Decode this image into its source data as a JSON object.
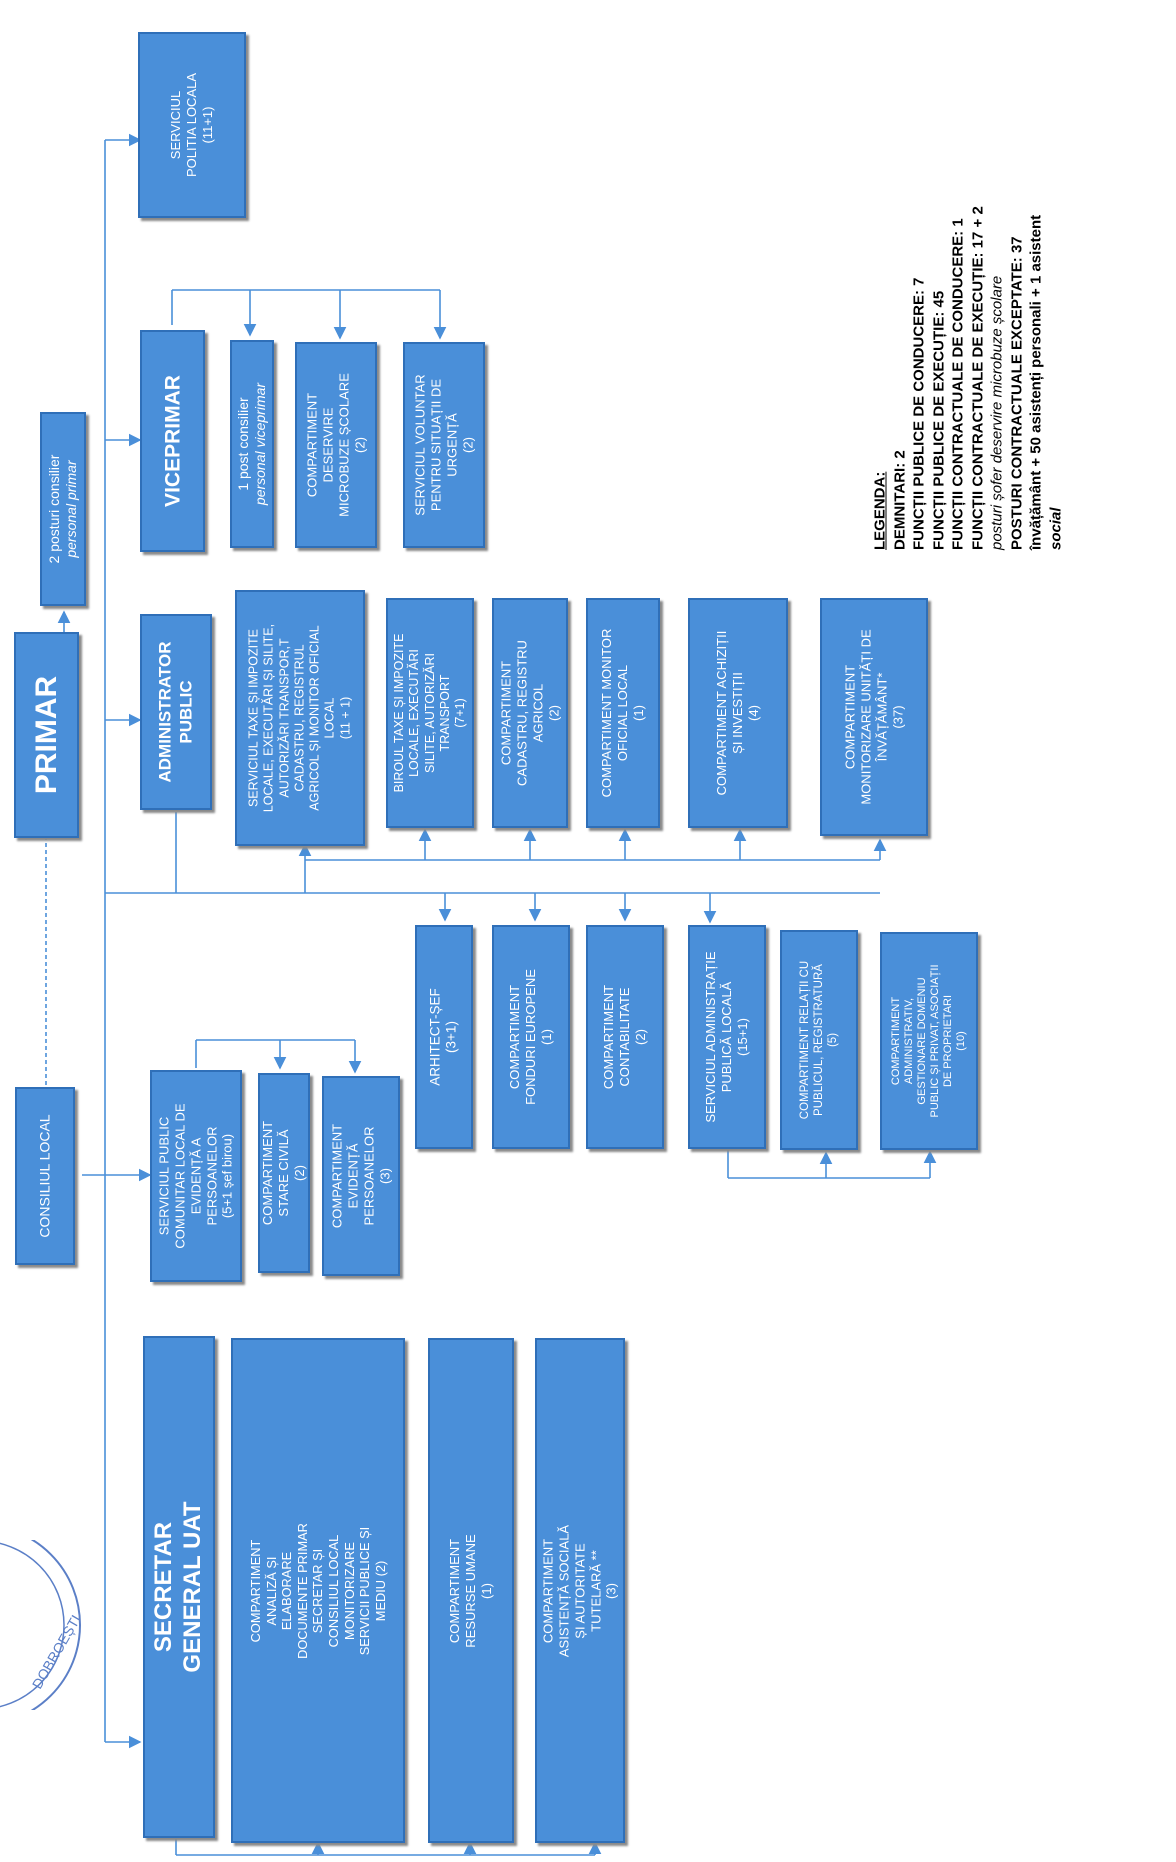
{
  "colors": {
    "box": "#4a8fd9",
    "border": "#2f6fb8",
    "line": "#4a8fd9",
    "text": "#ffffff"
  },
  "primar": "PRIMAR",
  "consiliul_local": "CONSILIUL LOCAL",
  "consilier_primar": [
    "2 posturi consilier",
    "personal primar"
  ],
  "politia": [
    "SERVICIUL",
    "POLITIA LOCALA",
    "(11+1)"
  ],
  "viceprimar": {
    "title": "VICEPRIMAR",
    "consilier": [
      "1 post consilier",
      "personal viceprimar"
    ],
    "microbuze": [
      "COMPARTIMENT",
      "DESERVIRE",
      "MICROBUZE ȘCOLARE",
      "(2)"
    ],
    "voluntar": [
      "SERVICIUL VOLUNTAR",
      "PENTRU SITUAȚII DE",
      "URGENȚĂ",
      "(2)"
    ]
  },
  "administrator": {
    "title": [
      "ADMINISTRATOR",
      "PUBLIC"
    ],
    "serviciul_taxe": [
      "SERVICIUL TAXE ȘI IMPOZITE",
      "LOCALE, EXECUTĂRI ȘI SILITE,",
      "AUTORIZĂRI TRANSPOR,T",
      "CADASTRU, REGISTRUL",
      "AGRICOL ȘI MONITOR OFICIAL",
      "LOCAL",
      "(11 + 1)"
    ],
    "biroul_taxe": [
      "BIROUL TAXE ȘI IMPOZITE",
      "LOCALE, EXECUTĂRI",
      "SILITE, AUTORIZĂRI",
      "TRANSPORT",
      "(7+1)"
    ],
    "cadastru": [
      "COMPARTIMENT",
      "CADASTRU, REGISTRU",
      "AGRICOL",
      "(2)"
    ],
    "monitor": [
      "COMPARTIMENT MONITOR",
      "OFICIAL LOCAL",
      "(1)"
    ],
    "achizitii": [
      "COMPARTIMENT ACHIZIȚII",
      "ȘI INVESTIȚII",
      "(4)"
    ],
    "monitorizare_inv": [
      "COMPARTIMENT",
      "MONITORIZARE UNITĂȚI DE",
      "ÎNVĂȚĂMÂNT*",
      "(37)"
    ]
  },
  "arhitect": [
    "ARHITECT-ȘEF",
    "(3+1)"
  ],
  "fonduri": [
    "COMPARTIMENT",
    "FONDURI EUROPENE",
    "(1)"
  ],
  "contabilitate": [
    "COMPARTIMENT",
    "CONTABILITATE",
    "(2)"
  ],
  "admin_publica": [
    "SERVICIUL ADMINISTRAȚIE",
    "PUBLICĂ LOCALĂ",
    "(15+1)"
  ],
  "relatii": [
    "COMPARTIMENT RELAȚII CU",
    "PUBLICUL, REGISTRATURĂ",
    "(5)"
  ],
  "administrativ": [
    "COMPARTIMENT",
    "ADMINISTRATIV,",
    "GESTIONARE DOMENIU",
    "PUBLIC ȘI PRIVAT, ASOCIAȚII",
    "DE PROPRIETARI",
    "(10)"
  ],
  "spclep": [
    "SERVICIUL PUBLIC",
    "COMUNITAR LOCAL DE",
    "EVIDENȚĂ A",
    "PERSOANELOR",
    "(5+1 șef birou)"
  ],
  "stare_civila": [
    "COMPARTIMENT",
    "STARE CIVILĂ",
    "(2)"
  ],
  "evidenta": [
    "COMPARTIMENT",
    "EVIDENȚĂ",
    "PERSOANELOR",
    "(3)"
  ],
  "secretar": {
    "title": [
      "SECRETAR",
      "GENERAL UAT"
    ],
    "analiza": [
      "COMPARTIMENT",
      "ANALIZĂ ȘI",
      "ELABORARE",
      "DOCUMENTE PRIMAR",
      "SECRETAR ȘI",
      "CONSILIUL LOCAL",
      "MONITORIZARE",
      "SERVICII PUBLICE ȘI",
      "MEDIU (2)"
    ],
    "resurse": [
      "COMPARTIMENT",
      "RESURSE UMANE",
      "(1)"
    ],
    "asistenta": [
      "COMPARTIMENT",
      "ASISTENȚĂ SOCIALĂ",
      "ȘI AUTORITATE",
      "TUTELARĂ **",
      "(3)"
    ]
  },
  "legend": {
    "title": "LEGENDA:",
    "lines": [
      "DEMNITARI: 2",
      "FUNCȚII PUBLICE DE CONDUCERE: 7",
      "FUNCȚII PUBLICE DE EXECUȚIE: 45",
      "FUNCȚII CONTRACTUALE DE CONDUCERE: 1",
      "FUNCȚII CONTRACTUALE DE EXECUȚIE: 17 + 2",
      "posturi șofer deservire microbuze școlare",
      "POSTURI CONTRACTUALE EXCEPTATE: 37",
      "învățământ + 50 asistenți personali + 1 asistent",
      "social"
    ]
  },
  "seal_text": "DOBROEȘTI"
}
